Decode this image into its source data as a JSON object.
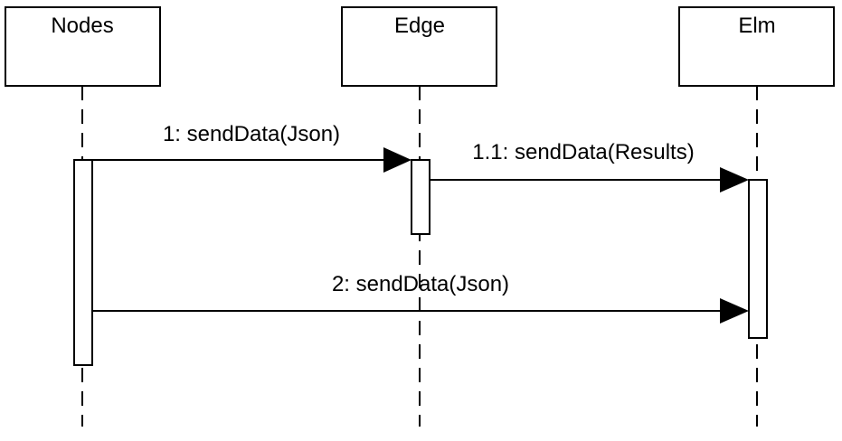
{
  "participants": [
    {
      "name": "Nodes"
    },
    {
      "name": "Edge"
    },
    {
      "name": "Elm"
    }
  ],
  "messages": [
    {
      "label": "1: sendData(Json)",
      "from": "Nodes",
      "to": "Edge"
    },
    {
      "label": "1.1: sendData(Results)",
      "from": "Edge",
      "to": "Elm"
    },
    {
      "label": "2: sendData(Json)",
      "from": "Nodes",
      "to": "Elm"
    }
  ]
}
